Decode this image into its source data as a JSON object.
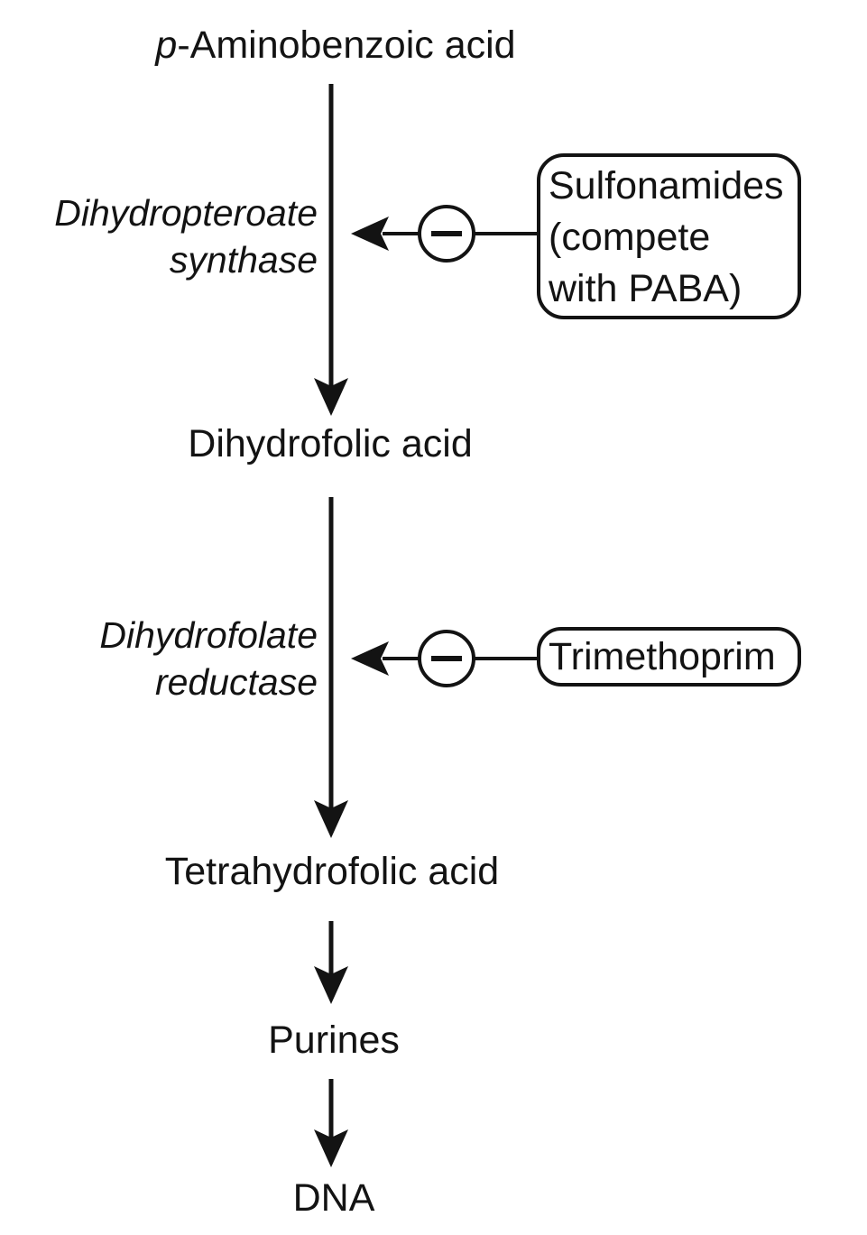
{
  "pathway": {
    "start_node": {
      "italic_prefix": "p",
      "rest": "-Aminobenzoic acid"
    },
    "nodes": {
      "dihydrofolic_acid": "Dihydrofolic acid",
      "tetrahydrofolic_acid": "Tetrahydrofolic acid",
      "purines": "Purines",
      "dna": "DNA"
    },
    "enzymes": {
      "dihydropteroate_synthase": {
        "line1": "Dihydropteroate",
        "line2": "synthase"
      },
      "dihydrofolate_reductase": {
        "line1": "Dihydrofolate",
        "line2": "reductase"
      }
    },
    "inhibitors": {
      "sulfonamides": {
        "line1": "Sulfonamides",
        "line2": "(compete",
        "line3": "with PABA)"
      },
      "trimethoprim": {
        "label": "Trimethoprim"
      }
    },
    "symbols": {
      "inhibition_sign": "−"
    },
    "colors": {
      "ink": "#131313",
      "background": "#ffffff"
    }
  }
}
